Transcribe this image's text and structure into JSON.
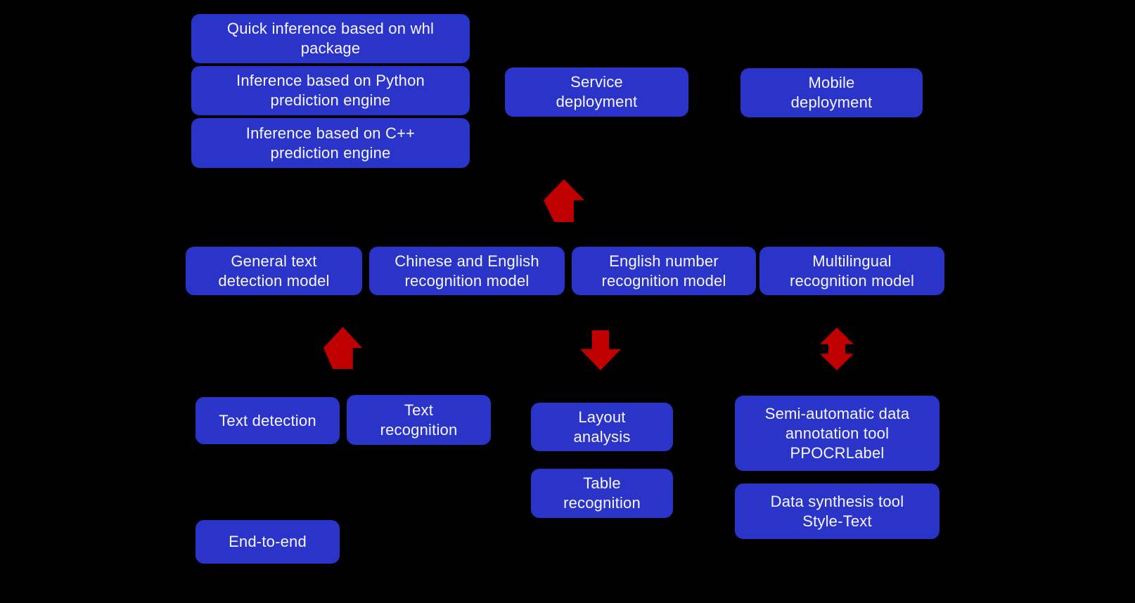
{
  "diagram": {
    "background_color": "#000000",
    "box_color": "#2B34C9",
    "arrow_color": "#C00000",
    "text_color": "#F7F7F9",
    "boxes": {
      "quick_inference": {
        "label": "Quick inference based on whl\npackage"
      },
      "python_inference": {
        "label": "Inference based on Python\nprediction engine"
      },
      "cpp_inference": {
        "label": "Inference based on C++\nprediction engine"
      },
      "service_deployment": {
        "label": "Service\ndeployment"
      },
      "mobile_deployment": {
        "label": "Mobile\ndeployment"
      },
      "general_text_detection": {
        "label": "General text\ndetection model"
      },
      "chinese_english_recognition": {
        "label": "Chinese and English\nrecognition model"
      },
      "english_number_recognition": {
        "label": "English number\nrecognition model"
      },
      "multilingual_recognition": {
        "label": "Multilingual\nrecognition model"
      },
      "text_detection": {
        "label": "Text detection"
      },
      "text_recognition": {
        "label": "Text\nrecognition"
      },
      "layout_analysis": {
        "label": "Layout\nanalysis"
      },
      "table_recognition": {
        "label": "Table\nrecognition"
      },
      "ppocrlabel": {
        "label": "Semi-automatic data\nannotation tool\nPPOCRLabel"
      },
      "style_text": {
        "label": "Data synthesis tool\nStyle-Text"
      },
      "end_to_end": {
        "label": "End-to-end"
      }
    },
    "icons": {
      "service_arrow": "up-arrow-icon",
      "detection_arrow": "up-arrow-icon",
      "layout_arrow": "down-arrow-icon",
      "annotation_arrow": "up-down-arrow-icon"
    }
  }
}
